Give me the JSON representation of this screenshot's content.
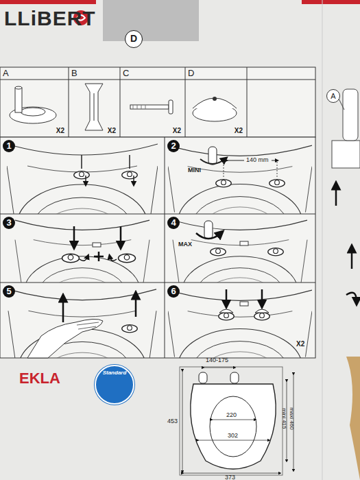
{
  "diagram": {
    "nodes": [
      {
        "text": [
          "A",
          "X2"
        ]
      },
      {
        "text": [
          "B",
          "X2"
        ]
      },
      {
        "text": [
          "C",
          "X2"
        ]
      },
      {
        "text": [
          "D",
          "X2"
        ]
      },
      {
        "text": [
          "1"
        ]
      },
      {
        "text": [
          "2",
          "MINI",
          "140 mm"
        ]
      },
      {
        "text": [
          "3"
        ]
      },
      {
        "text": [
          "4",
          "MAX"
        ]
      },
      {
        "text": [
          "5"
        ]
      },
      {
        "text": [
          "6",
          "X2"
        ]
      },
      {
        "text": [
          "D"
        ],
        "in": 9
      },
      {
        "text": [
          "Standard"
        ]
      },
      {
        "text": [
          "A"
        ]
      }
    ],
    "labels": [
      "LLiBERT",
      "EKLA",
      "140-175",
      "220",
      "302",
      "453",
      "373",
      "mini 415",
      "maxi 460"
    ]
  }
}
